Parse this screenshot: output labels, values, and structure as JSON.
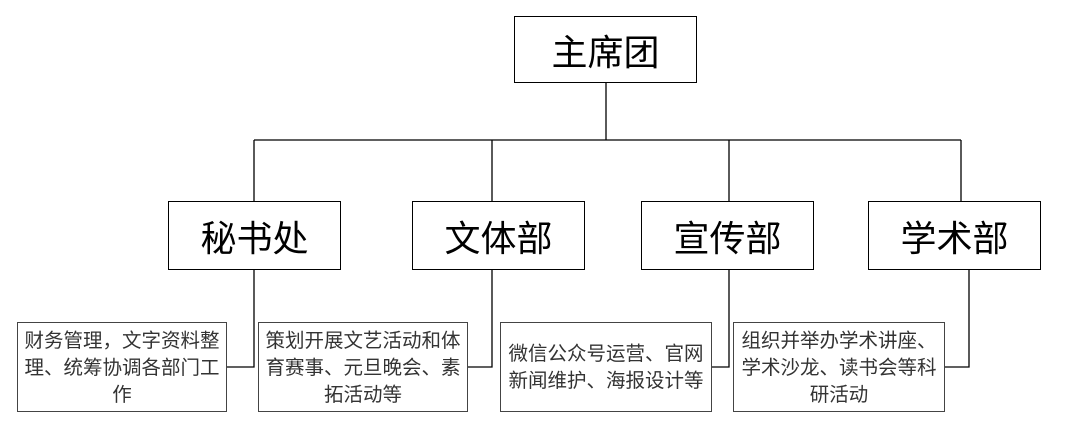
{
  "root": {
    "label": "主席团"
  },
  "departments": [
    {
      "label": "秘书处",
      "description": "财务管理，文字资料整理、统筹协调各部门工作"
    },
    {
      "label": "文体部",
      "description": "策划开展文艺活动和体育赛事、元旦晚会、素拓活动等"
    },
    {
      "label": "宣传部",
      "description": "微信公众号运营、官网新闻维护、海报设计等"
    },
    {
      "label": "学术部",
      "description": "组织并举办学术讲座、学术沙龙、读书会等科研活动"
    }
  ]
}
